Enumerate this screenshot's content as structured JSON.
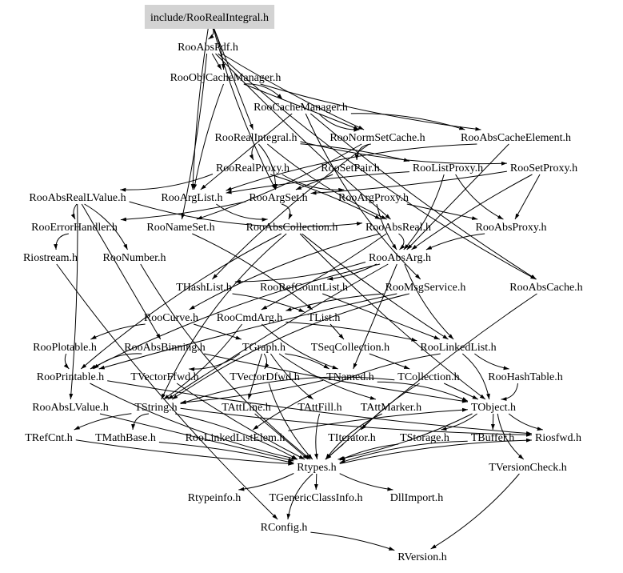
{
  "graph": {
    "root": "include/RooRealIntegral.h",
    "nodes": [
      {
        "id": "root",
        "label": "include/RooRealIntegral.h"
      },
      {
        "id": "RooAbsPdf",
        "label": "RooAbsPdf.h"
      },
      {
        "id": "RooObjCacheManager",
        "label": "RooObjCacheManager.h"
      },
      {
        "id": "RooCacheManager",
        "label": "RooCacheManager.h"
      },
      {
        "id": "RooRealIntegral",
        "label": "RooRealIntegral.h"
      },
      {
        "id": "RooNormSetCache",
        "label": "RooNormSetCache.h"
      },
      {
        "id": "RooAbsCacheElement",
        "label": "RooAbsCacheElement.h"
      },
      {
        "id": "RooRealProxy",
        "label": "RooRealProxy.h"
      },
      {
        "id": "RooSetPair",
        "label": "RooSetPair.h"
      },
      {
        "id": "RooListProxy",
        "label": "RooListProxy.h"
      },
      {
        "id": "RooSetProxy",
        "label": "RooSetProxy.h"
      },
      {
        "id": "RooAbsRealLValue",
        "label": "RooAbsRealLValue.h"
      },
      {
        "id": "RooArgList",
        "label": "RooArgList.h"
      },
      {
        "id": "RooArgSet",
        "label": "RooArgSet.h"
      },
      {
        "id": "RooArgProxy",
        "label": "RooArgProxy.h"
      },
      {
        "id": "RooErrorHandler",
        "label": "RooErrorHandler.h"
      },
      {
        "id": "RooNameSet",
        "label": "RooNameSet.h"
      },
      {
        "id": "RooAbsCollection",
        "label": "RooAbsCollection.h"
      },
      {
        "id": "RooAbsReal",
        "label": "RooAbsReal.h"
      },
      {
        "id": "RooAbsProxy",
        "label": "RooAbsProxy.h"
      },
      {
        "id": "Riostream",
        "label": "Riostream.h"
      },
      {
        "id": "RooNumber",
        "label": "RooNumber.h"
      },
      {
        "id": "RooAbsArg",
        "label": "RooAbsArg.h"
      },
      {
        "id": "THashList",
        "label": "THashList.h"
      },
      {
        "id": "RooRefCountList",
        "label": "RooRefCountList.h"
      },
      {
        "id": "RooMsgService",
        "label": "RooMsgService.h"
      },
      {
        "id": "RooAbsCache",
        "label": "RooAbsCache.h"
      },
      {
        "id": "RooCurve",
        "label": "RooCurve.h"
      },
      {
        "id": "RooCmdArg",
        "label": "RooCmdArg.h"
      },
      {
        "id": "TList",
        "label": "TList.h"
      },
      {
        "id": "RooPlotable",
        "label": "RooPlotable.h"
      },
      {
        "id": "RooAbsBinning",
        "label": "RooAbsBinning.h"
      },
      {
        "id": "TGraph",
        "label": "TGraph.h"
      },
      {
        "id": "TSeqCollection",
        "label": "TSeqCollection.h"
      },
      {
        "id": "RooLinkedList",
        "label": "RooLinkedList.h"
      },
      {
        "id": "RooPrintable",
        "label": "RooPrintable.h"
      },
      {
        "id": "TVectorFfwd",
        "label": "TVectorFfwd.h"
      },
      {
        "id": "TVectorDfwd",
        "label": "TVectorDfwd.h"
      },
      {
        "id": "TNamed",
        "label": "TNamed.h"
      },
      {
        "id": "TCollection",
        "label": "TCollection.h"
      },
      {
        "id": "RooHashTable",
        "label": "RooHashTable.h"
      },
      {
        "id": "RooAbsLValue",
        "label": "RooAbsLValue.h"
      },
      {
        "id": "TString",
        "label": "TString.h"
      },
      {
        "id": "TAttLine",
        "label": "TAttLine.h"
      },
      {
        "id": "TAttFill",
        "label": "TAttFill.h"
      },
      {
        "id": "TAttMarker",
        "label": "TAttMarker.h"
      },
      {
        "id": "TObject",
        "label": "TObject.h"
      },
      {
        "id": "TRefCnt",
        "label": "TRefCnt.h"
      },
      {
        "id": "TMathBase",
        "label": "TMathBase.h"
      },
      {
        "id": "RooLinkedListElem",
        "label": "RooLinkedListElem.h"
      },
      {
        "id": "TIterator",
        "label": "TIterator.h"
      },
      {
        "id": "TStorage",
        "label": "TStorage.h"
      },
      {
        "id": "TBuffer",
        "label": "TBuffer.h"
      },
      {
        "id": "Riosfwd",
        "label": "Riosfwd.h"
      },
      {
        "id": "Rtypes",
        "label": "Rtypes.h"
      },
      {
        "id": "TVersionCheck",
        "label": "TVersionCheck.h"
      },
      {
        "id": "Rtypeinfo",
        "label": "Rtypeinfo.h"
      },
      {
        "id": "TGenericClassInfo",
        "label": "TGenericClassInfo.h"
      },
      {
        "id": "DllImport",
        "label": "DllImport.h"
      },
      {
        "id": "RConfig",
        "label": "RConfig.h"
      },
      {
        "id": "RVersion",
        "label": "RVersion.h"
      }
    ],
    "edges": [
      [
        "root",
        "RooAbsPdf"
      ],
      [
        "root",
        "RooObjCacheManager"
      ],
      [
        "root",
        "RooRealIntegral"
      ],
      [
        "root",
        "RooArgList"
      ],
      [
        "root",
        "RooArgSet"
      ],
      [
        "RooAbsPdf",
        "RooAbsReal"
      ],
      [
        "RooAbsPdf",
        "RooNameSet"
      ],
      [
        "RooAbsPdf",
        "RooObjCacheManager"
      ],
      [
        "RooAbsPdf",
        "RooNormSetCache"
      ],
      [
        "RooAbsPdf",
        "RooAbsCache"
      ],
      [
        "RooObjCacheManager",
        "RooCacheManager"
      ],
      [
        "RooObjCacheManager",
        "RooAbsCacheElement"
      ],
      [
        "RooObjCacheManager",
        "RooNormSetCache"
      ],
      [
        "RooObjCacheManager",
        "RooArgList"
      ],
      [
        "RooCacheManager",
        "RooNormSetCache"
      ],
      [
        "RooCacheManager",
        "RooAbsCacheElement"
      ],
      [
        "RooCacheManager",
        "RooAbsCache"
      ],
      [
        "RooCacheManager",
        "RooArgList"
      ],
      [
        "RooCacheManager",
        "RooMsgService"
      ],
      [
        "RooRealIntegral",
        "RooAbsReal"
      ],
      [
        "RooRealIntegral",
        "RooArgSet"
      ],
      [
        "RooRealIntegral",
        "RooListProxy"
      ],
      [
        "RooRealIntegral",
        "RooSetProxy"
      ],
      [
        "RooRealIntegral",
        "RooRealProxy"
      ],
      [
        "RooNormSetCache",
        "RooSetPair"
      ],
      [
        "RooNormSetCache",
        "RooNameSet"
      ],
      [
        "RooNormSetCache",
        "THashList"
      ],
      [
        "RooAbsCacheElement",
        "RooAbsArg"
      ],
      [
        "RooAbsCacheElement",
        "RooArgList"
      ],
      [
        "RooRealProxy",
        "RooArgProxy"
      ],
      [
        "RooRealProxy",
        "RooAbsRealLValue"
      ],
      [
        "RooRealProxy",
        "RooAbsReal"
      ],
      [
        "RooSetPair",
        "RooArgSet"
      ],
      [
        "RooListProxy",
        "RooArgList"
      ],
      [
        "RooListProxy",
        "RooAbsProxy"
      ],
      [
        "RooListProxy",
        "RooAbsArg"
      ],
      [
        "RooSetProxy",
        "RooArgSet"
      ],
      [
        "RooSetProxy",
        "RooAbsProxy"
      ],
      [
        "RooSetProxy",
        "RooAbsArg"
      ],
      [
        "RooAbsRealLValue",
        "RooAbsReal"
      ],
      [
        "RooAbsRealLValue",
        "RooNumber"
      ],
      [
        "RooAbsRealLValue",
        "RooAbsLValue"
      ],
      [
        "RooAbsRealLValue",
        "RooAbsBinning"
      ],
      [
        "RooAbsRealLValue",
        "RooErrorHandler"
      ],
      [
        "RooArgList",
        "RooAbsCollection"
      ],
      [
        "RooArgSet",
        "RooAbsCollection"
      ],
      [
        "RooArgSet",
        "RooErrorHandler"
      ],
      [
        "RooArgProxy",
        "RooAbsProxy"
      ],
      [
        "RooArgProxy",
        "RooAbsArg"
      ],
      [
        "RooErrorHandler",
        "Riostream"
      ],
      [
        "RooNameSet",
        "TList"
      ],
      [
        "RooAbsCollection",
        "TObject"
      ],
      [
        "RooAbsCollection",
        "RooPrintable"
      ],
      [
        "RooAbsCollection",
        "RooLinkedList"
      ],
      [
        "RooAbsCollection",
        "TString"
      ],
      [
        "RooAbsReal",
        "RooAbsArg"
      ],
      [
        "RooAbsReal",
        "RooCmdArg"
      ],
      [
        "RooAbsReal",
        "RooCurve"
      ],
      [
        "RooAbsProxy",
        "RooAbsArg"
      ],
      [
        "RooNumber",
        "Rtypes"
      ],
      [
        "RooAbsArg",
        "THashList"
      ],
      [
        "RooAbsArg",
        "RooRefCountList"
      ],
      [
        "RooAbsArg",
        "TNamed"
      ],
      [
        "RooAbsArg",
        "RooPrintable"
      ],
      [
        "RooAbsArg",
        "RooLinkedList"
      ],
      [
        "RooAbsArg",
        "TString"
      ],
      [
        "THashList",
        "TList"
      ],
      [
        "RooRefCountList",
        "RooLinkedList"
      ],
      [
        "RooMsgService",
        "RooCmdArg"
      ],
      [
        "RooMsgService",
        "TString"
      ],
      [
        "RooMsgService",
        "RooPrintable"
      ],
      [
        "RooAbsCache",
        "Rtypes"
      ],
      [
        "RooCurve",
        "TGraph"
      ],
      [
        "RooCurve",
        "RooPlotable"
      ],
      [
        "RooCmdArg",
        "TNamed"
      ],
      [
        "RooCmdArg",
        "TString"
      ],
      [
        "RooCmdArg",
        "RooLinkedList"
      ],
      [
        "TList",
        "TSeqCollection"
      ],
      [
        "RooPlotable",
        "RooPrintable"
      ],
      [
        "RooAbsBinning",
        "RooPrintable"
      ],
      [
        "RooAbsBinning",
        "TObject"
      ],
      [
        "TGraph",
        "TNamed"
      ],
      [
        "TGraph",
        "TAttLine"
      ],
      [
        "TGraph",
        "TAttFill"
      ],
      [
        "TGraph",
        "TAttMarker"
      ],
      [
        "TGraph",
        "TVectorFfwd"
      ],
      [
        "TGraph",
        "TVectorDfwd"
      ],
      [
        "TSeqCollection",
        "TCollection"
      ],
      [
        "RooLinkedList",
        "RooHashTable"
      ],
      [
        "RooLinkedList",
        "RooLinkedListElem"
      ],
      [
        "RooLinkedList",
        "TObject"
      ],
      [
        "RooPrintable",
        "Riosfwd"
      ],
      [
        "RooPrintable",
        "Rtypes"
      ],
      [
        "TVectorFfwd",
        "Rtypes"
      ],
      [
        "TVectorDfwd",
        "Rtypes"
      ],
      [
        "TNamed",
        "TObject"
      ],
      [
        "TNamed",
        "TString"
      ],
      [
        "TCollection",
        "TObject"
      ],
      [
        "TCollection",
        "TIterator"
      ],
      [
        "TCollection",
        "TString"
      ],
      [
        "RooHashTable",
        "TObject"
      ],
      [
        "RooLinkedListElem",
        "TObject"
      ],
      [
        "RooAbsLValue",
        "Rtypes"
      ],
      [
        "TString",
        "TRefCnt"
      ],
      [
        "TString",
        "TMathBase"
      ],
      [
        "TString",
        "Rtypes"
      ],
      [
        "TString",
        "Riosfwd"
      ],
      [
        "TAttLine",
        "Rtypes"
      ],
      [
        "TAttFill",
        "Rtypes"
      ],
      [
        "TAttMarker",
        "Rtypes"
      ],
      [
        "TObject",
        "Rtypes"
      ],
      [
        "TObject",
        "TStorage"
      ],
      [
        "TObject",
        "TBuffer"
      ],
      [
        "TObject",
        "Riosfwd"
      ],
      [
        "TObject",
        "TVersionCheck"
      ],
      [
        "TRefCnt",
        "Rtypes"
      ],
      [
        "TMathBase",
        "Rtypes"
      ],
      [
        "TIterator",
        "Rtypes"
      ],
      [
        "TStorage",
        "Rtypes"
      ],
      [
        "TBuffer",
        "Rtypes"
      ],
      [
        "TVersionCheck",
        "RVersion"
      ],
      [
        "Rtypes",
        "Rtypeinfo"
      ],
      [
        "Rtypes",
        "TGenericClassInfo"
      ],
      [
        "Rtypes",
        "DllImport"
      ],
      [
        "Rtypes",
        "RConfig"
      ],
      [
        "Rtypes",
        "Riosfwd"
      ],
      [
        "RConfig",
        "RVersion"
      ],
      [
        "Riostream",
        "RConfig"
      ]
    ]
  }
}
